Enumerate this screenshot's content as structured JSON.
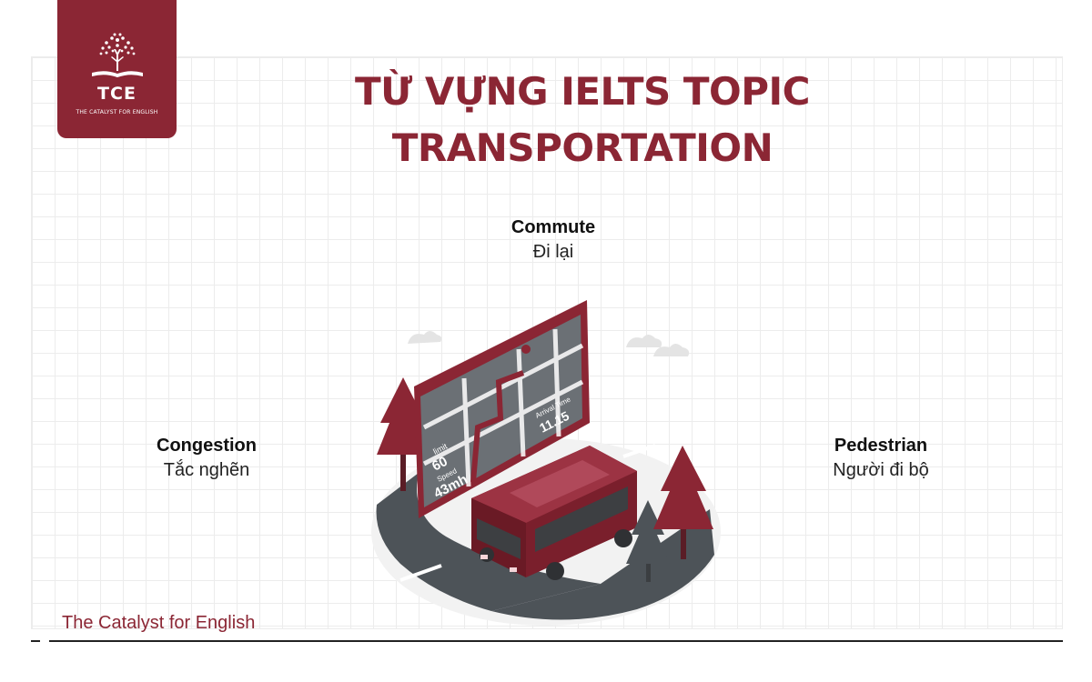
{
  "brand": {
    "logo_text": "TCE",
    "logo_tagline": "THE CATALYST FOR ENGLISH",
    "footer_name": "The Catalyst for English",
    "color": "#8b2634"
  },
  "title": {
    "line1": "TỪ VỰNG IELTS TOPIC",
    "line2": "TRANSPORTATION"
  },
  "terms": {
    "commute": {
      "en": "Commute",
      "vi": "Đi lại"
    },
    "congestion": {
      "en": "Congestion",
      "vi": "Tắc nghẽn"
    },
    "pedestrian": {
      "en": "Pedestrian",
      "vi": "Người đi bộ"
    }
  },
  "screen": {
    "limit_label": "limit",
    "limit_value": "60",
    "speed_label": "Speed",
    "speed_value": "43mh",
    "arrival_label": "Arrival Time",
    "arrival_value": "11.15"
  }
}
